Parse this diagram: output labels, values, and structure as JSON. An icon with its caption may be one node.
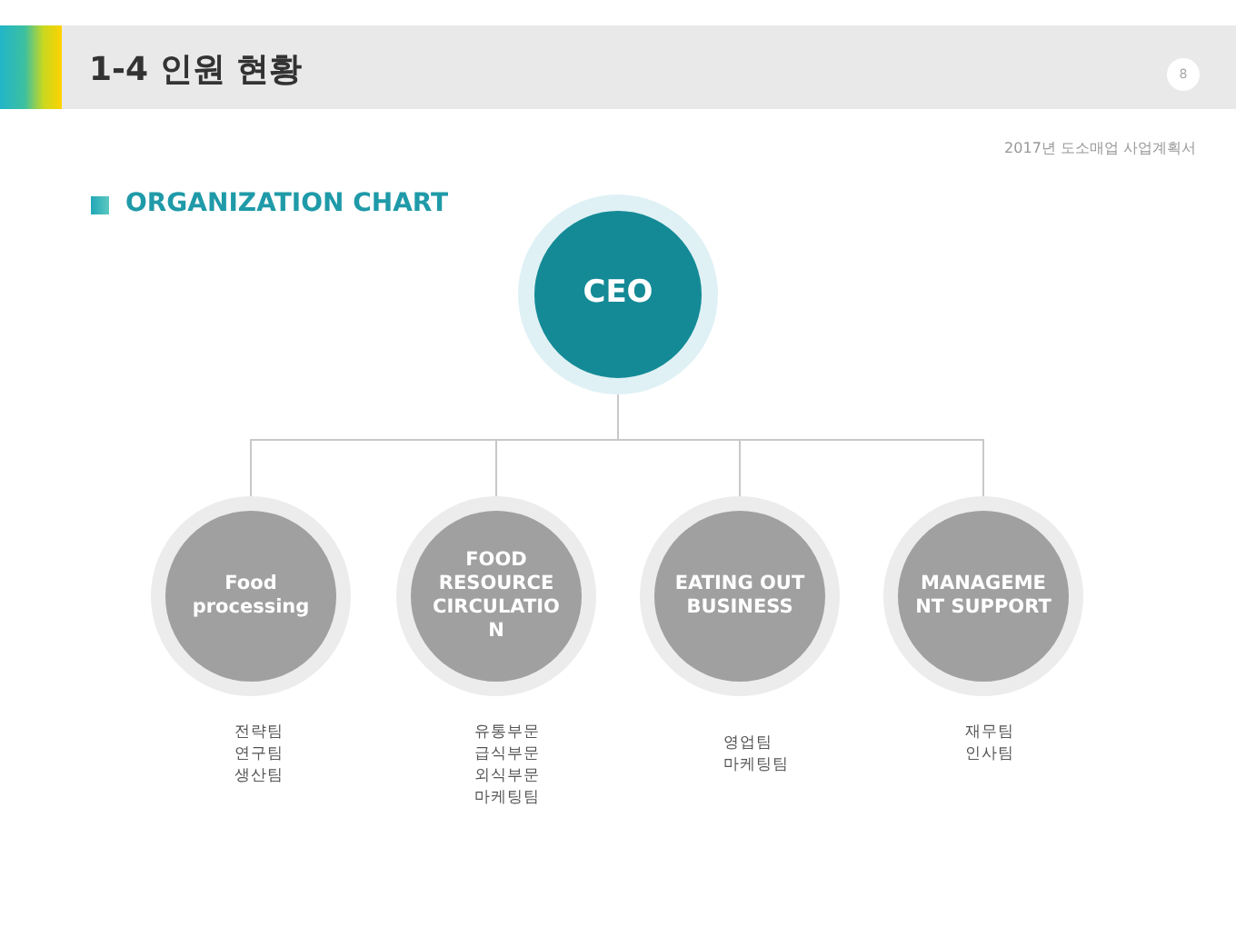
{
  "diagram": {
    "title": "1-4 인원 현황",
    "nodes": [
      {
        "text": [
          "CEO"
        ]
      },
      {
        "text": [
          "Food processing"
        ],
        "beside": [
          "전략팀",
          "연구팀",
          "생산팀"
        ]
      },
      {
        "text": [
          "FOOD RESOURCE CIRCULATIO N"
        ],
        "beside": [
          "유통부문",
          "급식부문",
          "외식부문",
          "마케팅팀"
        ]
      },
      {
        "text": [
          "EATING OUT BUSINESS"
        ],
        "beside": [
          "영업팀",
          "마케팅팀"
        ]
      },
      {
        "text": [
          "MANAGEME NT SUPPORT"
        ],
        "beside": [
          "재무팀",
          "인사팀"
        ]
      }
    ],
    "edges": [
      {
        "from": 0,
        "to": 1,
        "arrow": "none"
      },
      {
        "from": 0,
        "to": 2,
        "arrow": "none"
      },
      {
        "from": 0,
        "to": 3,
        "arrow": "none"
      },
      {
        "from": 0,
        "to": 4,
        "arrow": "none"
      }
    ],
    "labels": [
      "8",
      "2017년 도소매업 사업계획서",
      "ORGANIZATION CHART"
    ]
  }
}
